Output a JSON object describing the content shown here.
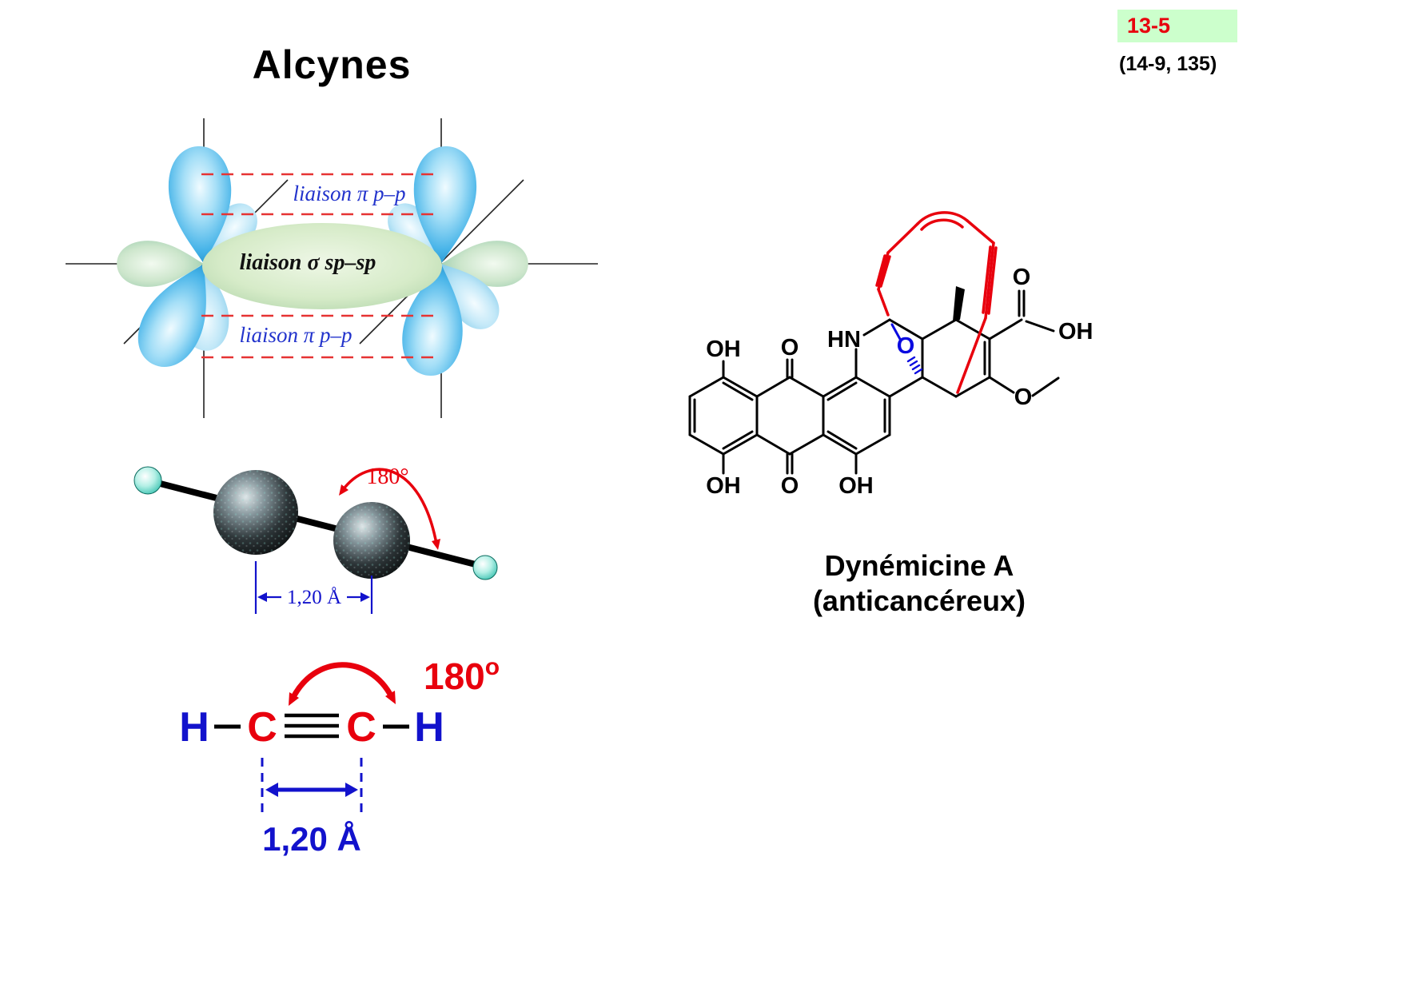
{
  "header": {
    "title": "Alcynes",
    "badge": "13-5",
    "badge_note": "(14-9, 135)"
  },
  "orbital_diagram": {
    "pi_top": "liaison π p–p",
    "sigma": "liaison σ sp–sp",
    "pi_bottom": "liaison π p–p"
  },
  "ball_stick": {
    "angle": "180°",
    "bond_length": "1,20 Å"
  },
  "formula": {
    "h_left": "H",
    "c_left": "C",
    "c_right": "C",
    "h_right": "H",
    "angle_value": "180",
    "angle_sup": "o",
    "bond_length": "1,20 Å"
  },
  "molecule": {
    "name": "Dynémicine A",
    "category": "(anticancéreux)",
    "labels": {
      "oh_top": "OH",
      "o_quinone_top": "O",
      "hn": "HN",
      "o_epoxide": "O",
      "o_acid": "O",
      "oh_acid": "OH",
      "o_methoxy": "O",
      "oh_bottom_left": "OH",
      "o_quinone_bottom": "O",
      "oh_bottom_right": "OH"
    }
  },
  "colors": {
    "red": "#e8000d",
    "blue": "#1212cc",
    "badge_bg": "#ccffcc",
    "lobe_blue": "#45b3e8",
    "sigma_green": "#d6ebc8"
  }
}
